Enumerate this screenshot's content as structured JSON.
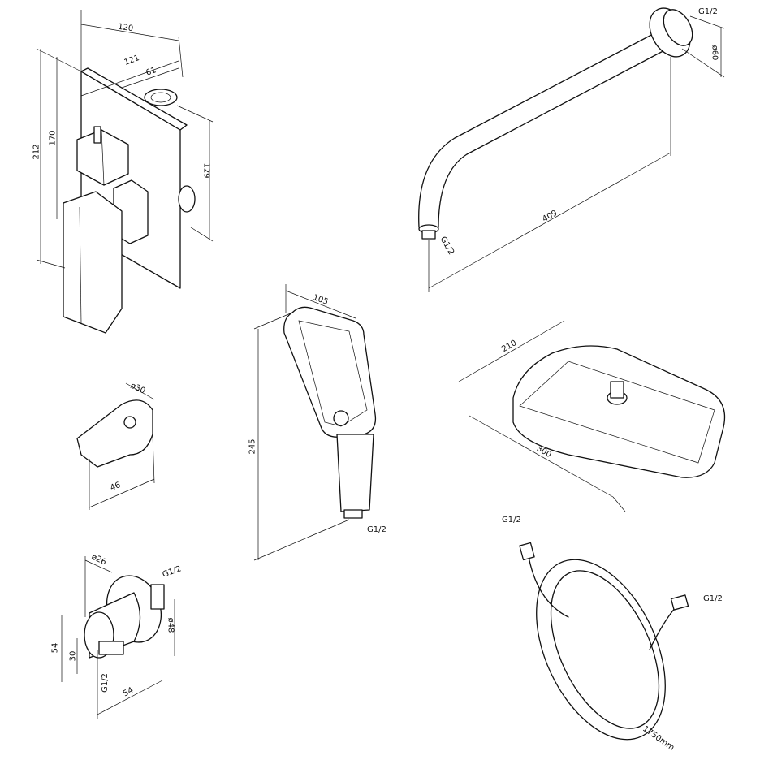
{
  "mixer": {
    "width_top": "120",
    "width_mid": "121",
    "outlet_offset": "61",
    "height_total": "212",
    "height_inner": "170",
    "outlet_spacing": "129"
  },
  "shower_arm": {
    "thread_top": "G1/2",
    "flange_diameter": "ø60",
    "length": "409",
    "thread_bottom": "G1/2"
  },
  "holder": {
    "diameter": "ø30",
    "width": "46"
  },
  "hand_shower": {
    "width": "105",
    "length": "245",
    "thread": "G1/2"
  },
  "head_shower": {
    "depth": "210",
    "width": "300"
  },
  "wall_outlet": {
    "diameter": "ø26",
    "thread_out": "G1/2",
    "height": "54",
    "offset": "30",
    "flange_diameter": "ø48",
    "thread_in": "G1/2",
    "width": "54"
  },
  "hose": {
    "thread_left": "G1/2",
    "thread_right": "G1/2",
    "length": "1750mm"
  }
}
